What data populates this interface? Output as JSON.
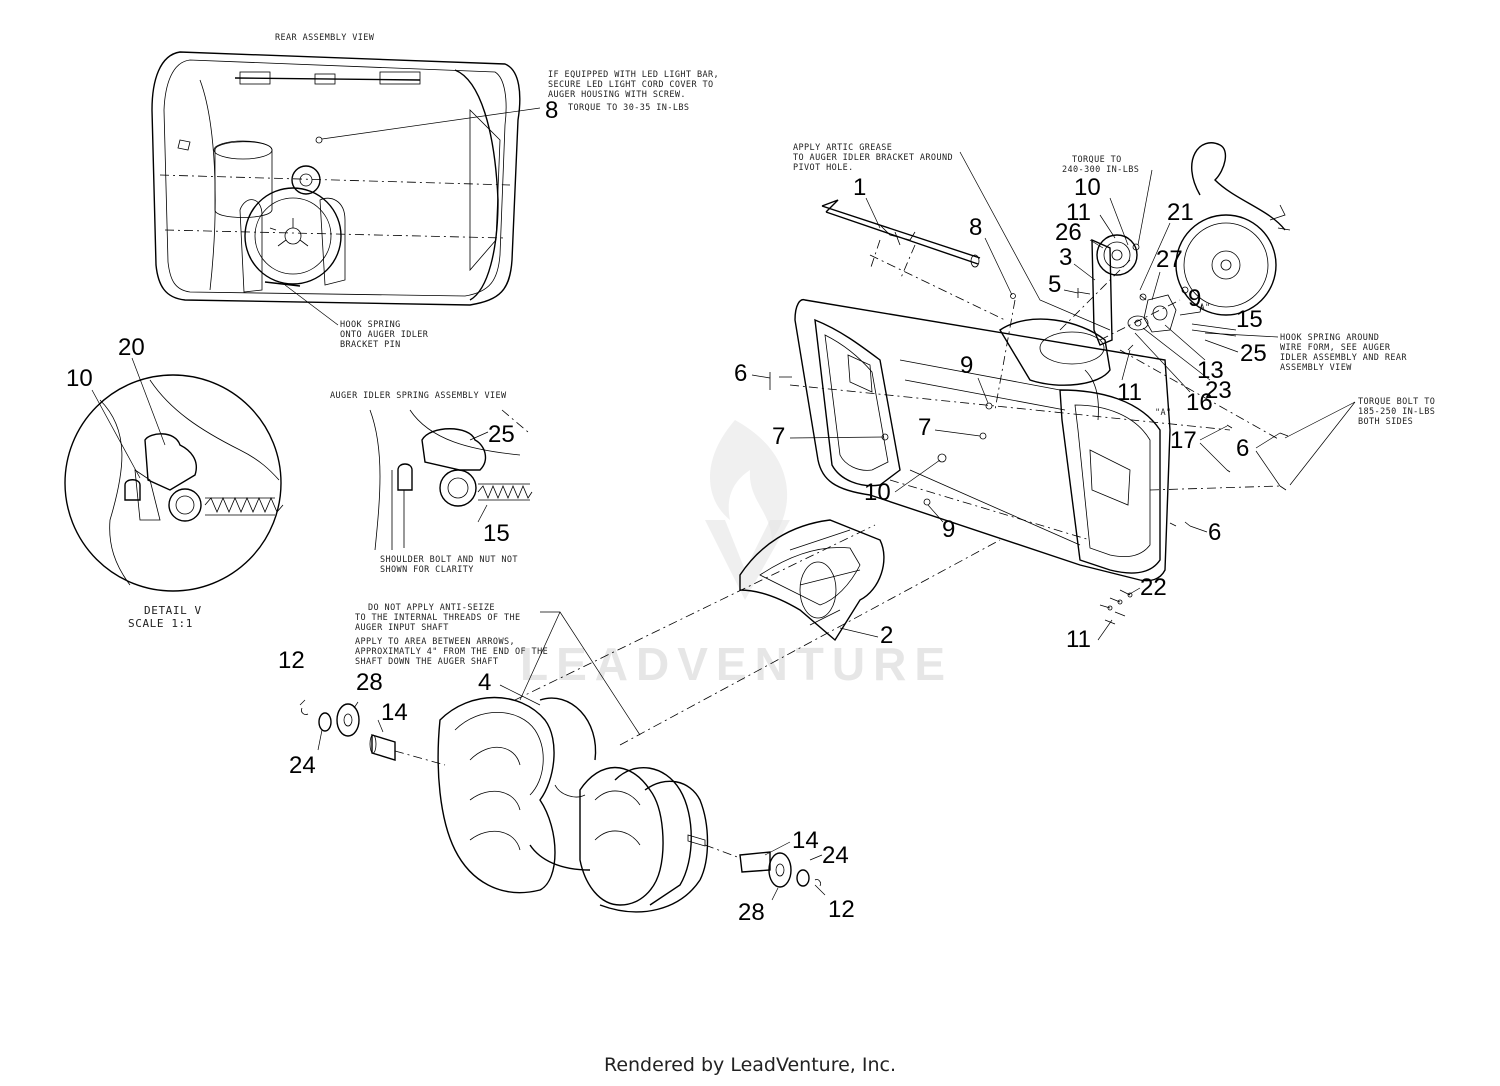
{
  "notes": {
    "rear_view": "REAR ASSEMBLY VIEW",
    "led_1": "IF EQUIPPED WITH LED LIGHT BAR,",
    "led_2": "SECURE LED LIGHT CORD COVER TO",
    "led_3": "AUGER HOUSING WITH SCREW.",
    "torque_30": "TORQUE TO 30-35 IN-LBS",
    "hook_1": "HOOK SPRING",
    "hook_2": "ONTO AUGER IDLER",
    "hook_3": "BRACKET PIN",
    "idler_view": "AUGER IDLER SPRING ASSEMBLY VIEW",
    "shoulder_1": "SHOULDER BOLT AND NUT NOT",
    "shoulder_2": "SHOWN FOR CLARITY",
    "detail_v": "DETAIL V",
    "scale": "SCALE 1:1",
    "grease_1": "APPLY ARTIC GREASE",
    "grease_2": "TO AUGER IDLER BRACKET AROUND",
    "grease_3": "PIVOT HOLE.",
    "torque_240_1": "TORQUE TO",
    "torque_240_2": "240-300 IN-LBS",
    "wire_1": "HOOK SPRING AROUND",
    "wire_2": "WIRE FORM, SEE AUGER",
    "wire_3": "IDLER ASSEMBLY AND REAR",
    "wire_4": "ASSEMBLY VIEW",
    "torque_185_1": "TORQUE BOLT TO",
    "torque_185_2": "185-250 IN-LBS",
    "torque_185_3": "BOTH SIDES",
    "seize_1": "DO NOT APPLY ANTI-SEIZE",
    "seize_2": "TO THE INTERNAL THREADS OF THE",
    "seize_3": "AUGER INPUT SHAFT",
    "arrows_1": "APPLY TO AREA BETWEEN ARROWS,",
    "arrows_2": "APPROXIMATLY 4\" FROM THE END OF THE",
    "arrows_3": "SHAFT DOWN THE AUGER SHAFT",
    "mark_a1": "\"A\"",
    "mark_a2": "\"A\""
  },
  "callouts": {
    "c8a": "8",
    "c20": "20",
    "c10a": "10",
    "c25a": "25",
    "c15a": "15",
    "c1": "1",
    "c8b": "8",
    "c10b": "10",
    "c11a": "11",
    "c21": "21",
    "c26": "26",
    "c3": "3",
    "c27": "27",
    "c5": "5",
    "c9a": "9",
    "c15b": "15",
    "c25b": "25",
    "c13": "13",
    "c23": "23",
    "c16": "16",
    "c11b": "11",
    "c6a": "6",
    "c9b": "9",
    "c7a": "7",
    "c7b": "7",
    "c17": "17",
    "c6b": "6",
    "c10c": "10",
    "c9c": "9",
    "c6c": "6",
    "c22": "22",
    "c11c": "11",
    "c2": "2",
    "c12a": "12",
    "c28a": "28",
    "c14a": "14",
    "c4": "4",
    "c24a": "24",
    "c14b": "14",
    "c24b": "24",
    "c28b": "28",
    "c12b": "12"
  },
  "watermark": "LEADVENTURE",
  "footer": "Rendered by LeadVenture, Inc."
}
